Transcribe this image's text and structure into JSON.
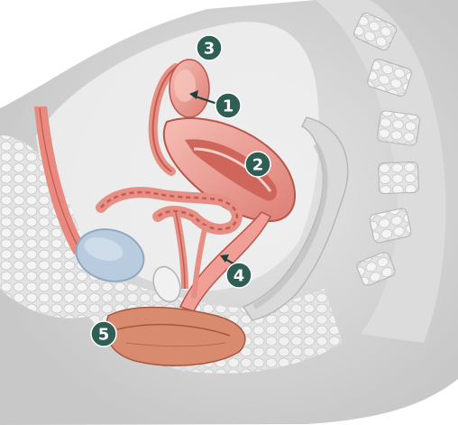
{
  "diagram": {
    "markers": [
      {
        "label": "1"
      },
      {
        "label": "2"
      },
      {
        "label": "3"
      },
      {
        "label": "4"
      },
      {
        "label": "5"
      }
    ]
  },
  "colors": {
    "tissue_gray": "#d9d9d9",
    "bone": "#ebebeb",
    "organ_pink": "#ef9f96",
    "organ_dark": "#c9564d",
    "marker_fill": "#2e5e54",
    "bladder_blue": "#b9ccdf"
  }
}
